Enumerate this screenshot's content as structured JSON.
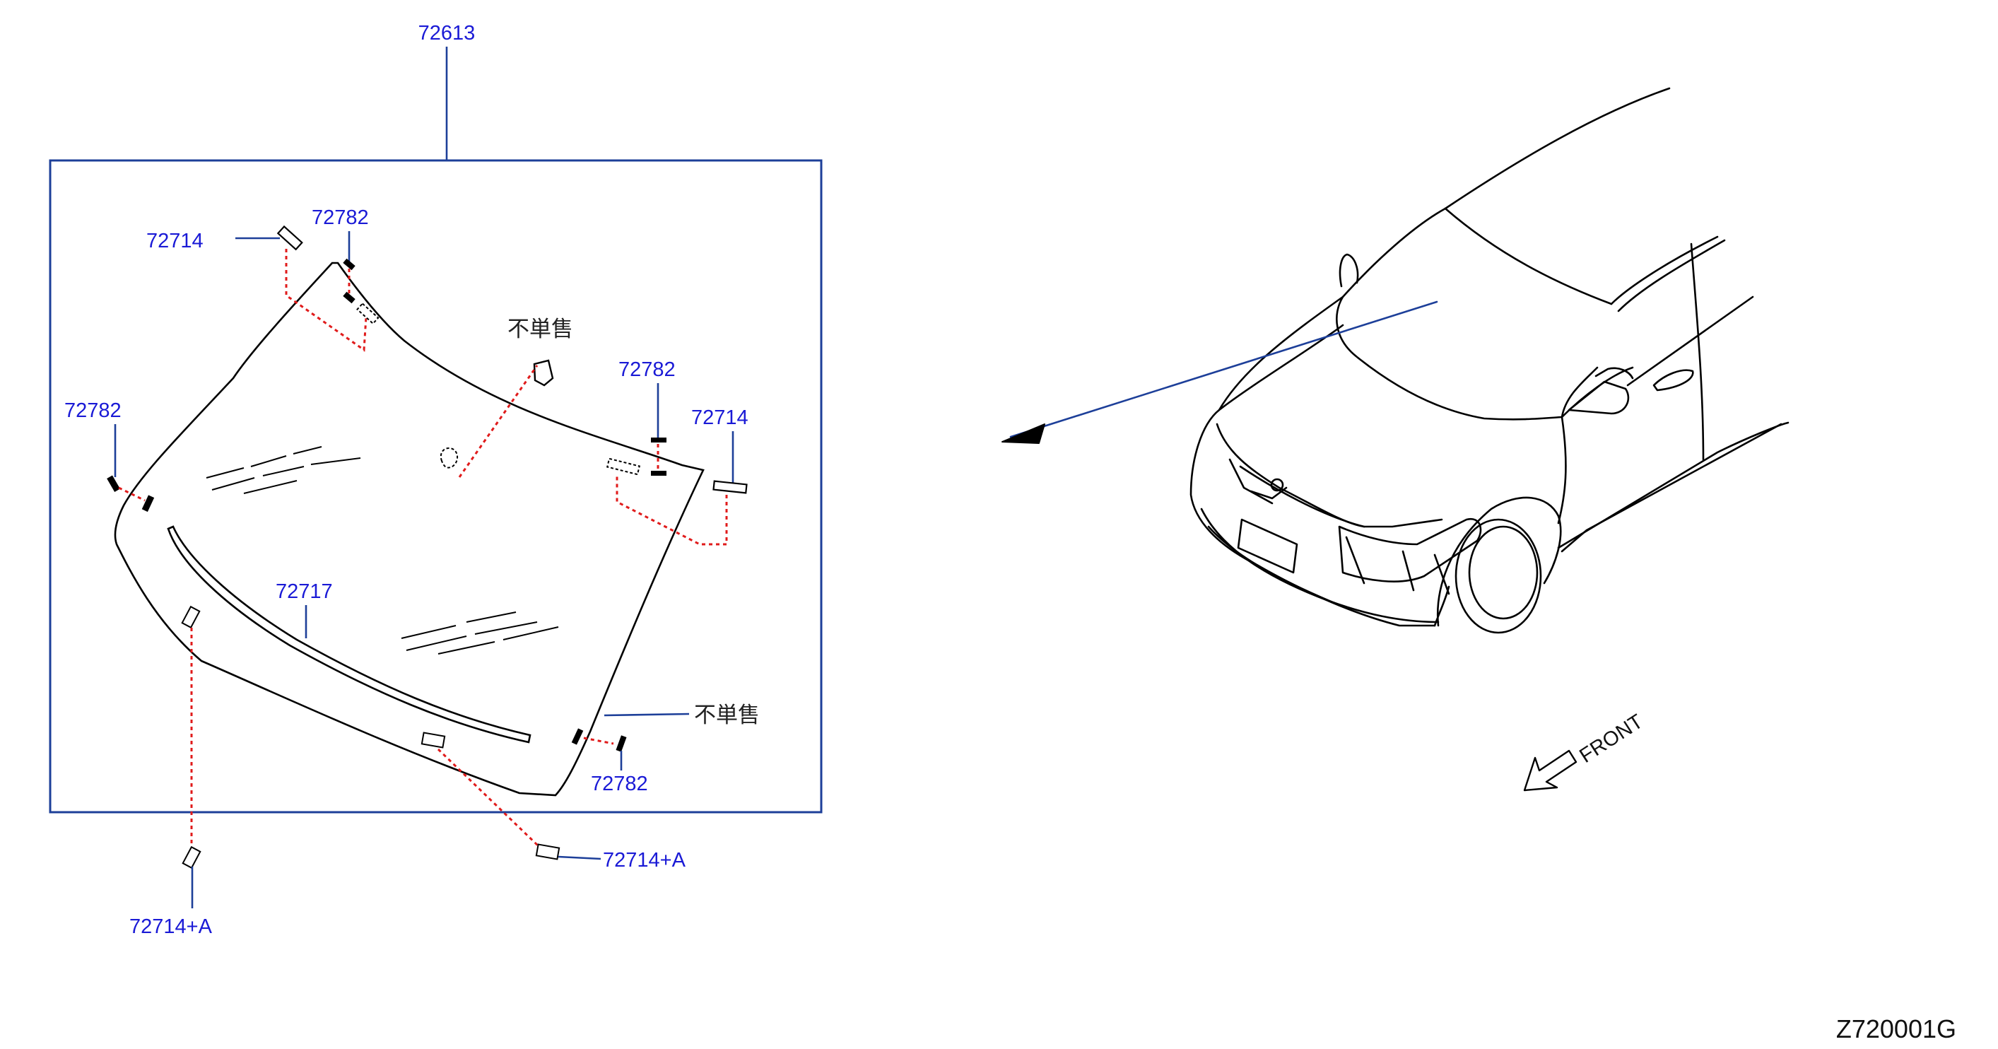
{
  "diagram_code": "Z720001G",
  "front_indicator": "FRONT",
  "assembly": {
    "part_number": "72613"
  },
  "callouts": {
    "clip_top_left": "72714",
    "spacer_top_center": "72782",
    "spacer_left": "72782",
    "spacer_right_top": "72782",
    "clip_right": "72714",
    "molding": "72717",
    "spacer_bottom_right": "72782",
    "clip_bottom_left": "72714+A",
    "clip_bottom_center": "72714+A"
  },
  "notes": {
    "not_sold_separately_top": "不単售",
    "not_sold_separately_right": "不単售"
  },
  "colors": {
    "callout_text": "#1a1ad6",
    "leader_line": "#1d3f99",
    "dotted_line": "#e01b1b",
    "frame": "#1d3f99"
  }
}
